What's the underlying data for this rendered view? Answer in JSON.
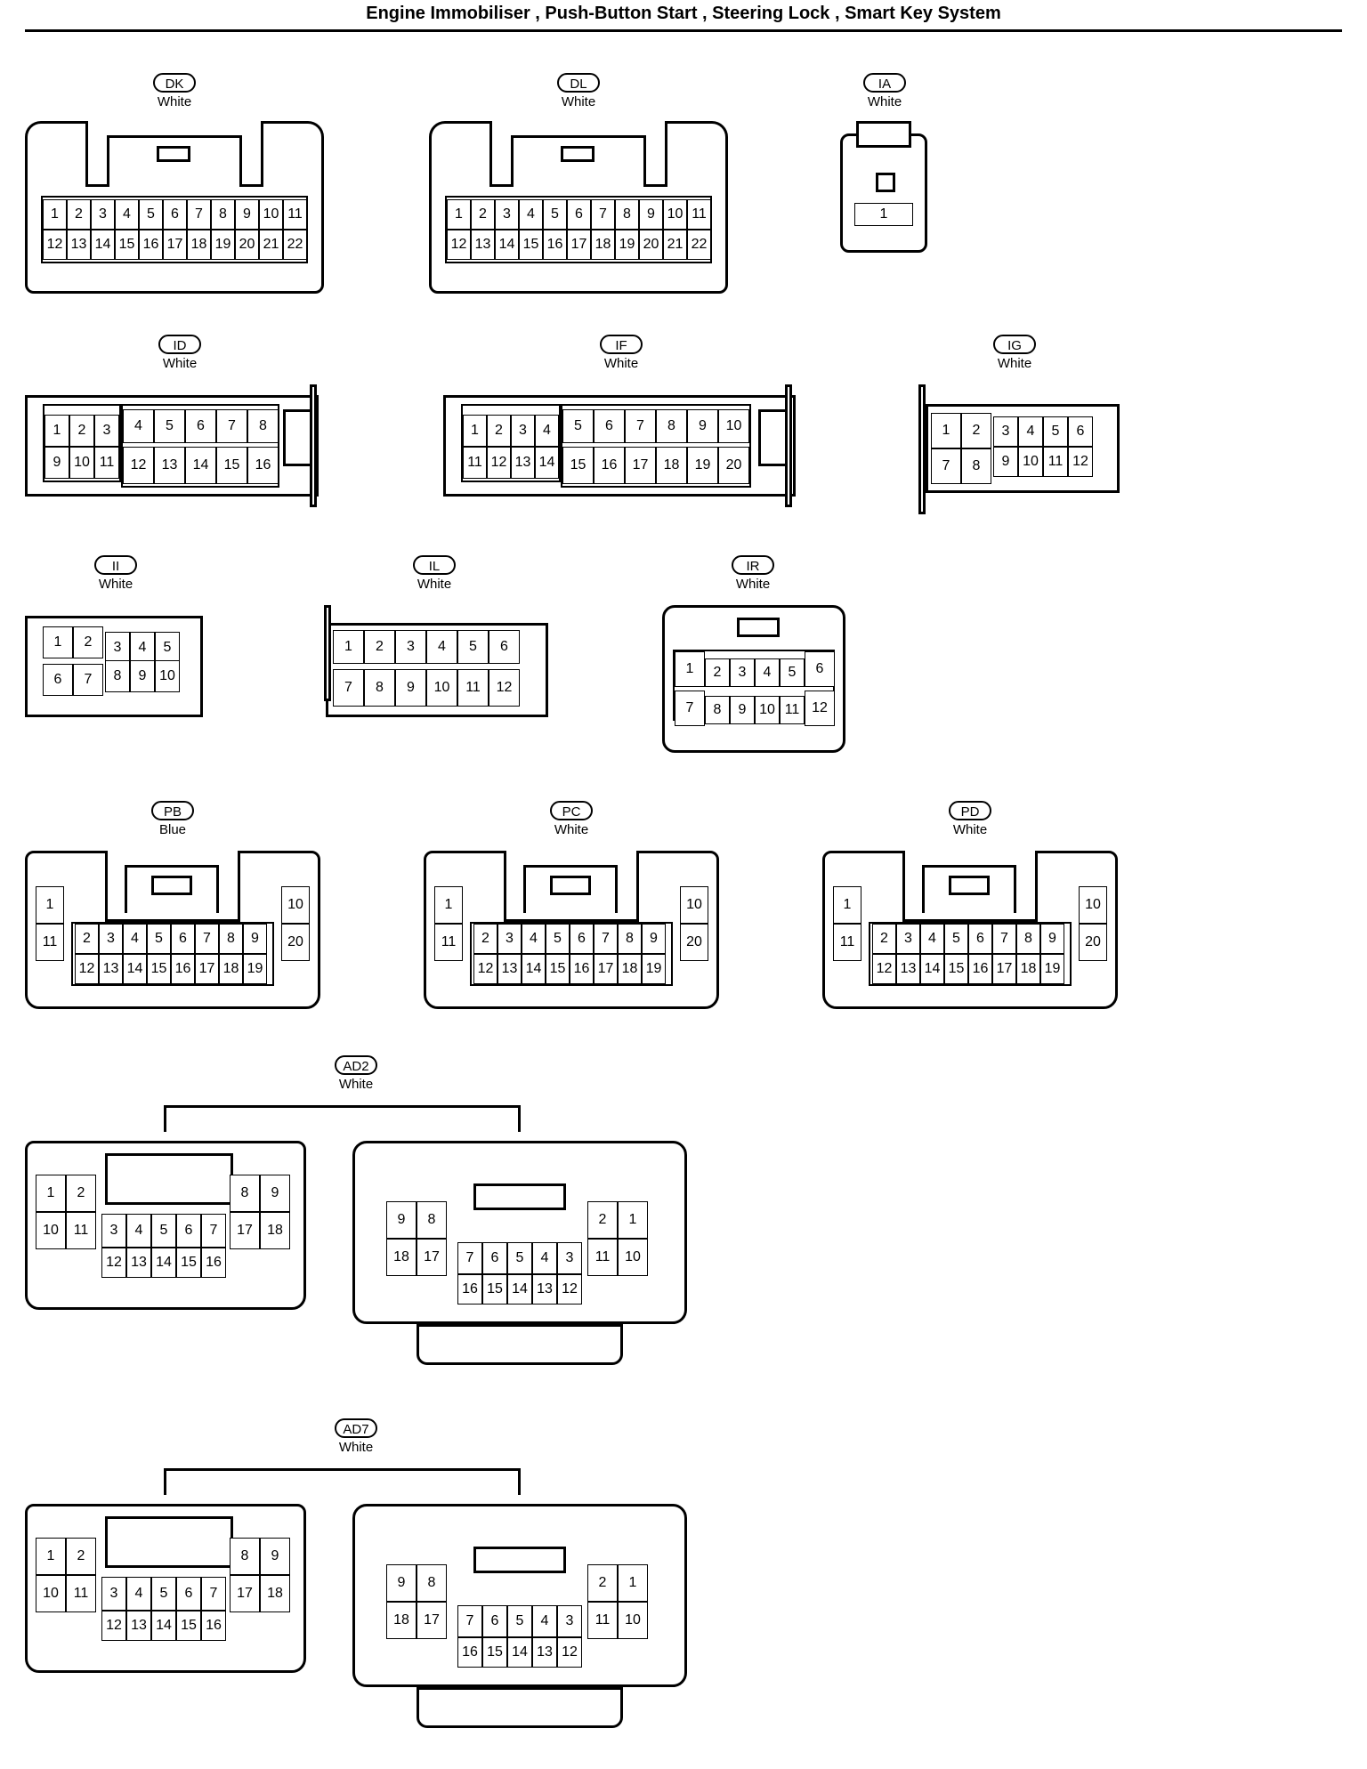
{
  "title": "Engine Immobiliser , Push-Button Start , Steering Lock , Smart Key System",
  "connectors": [
    {
      "code": "DK",
      "color": "White",
      "pins": [
        "1",
        "2",
        "3",
        "4",
        "5",
        "6",
        "7",
        "8",
        "9",
        "10",
        "11",
        "12",
        "13",
        "14",
        "15",
        "16",
        "17",
        "18",
        "19",
        "20",
        "21",
        "22"
      ]
    },
    {
      "code": "DL",
      "color": "White",
      "pins": [
        "1",
        "2",
        "3",
        "4",
        "5",
        "6",
        "7",
        "8",
        "9",
        "10",
        "11",
        "12",
        "13",
        "14",
        "15",
        "16",
        "17",
        "18",
        "19",
        "20",
        "21",
        "22"
      ]
    },
    {
      "code": "IA",
      "color": "White",
      "pins": [
        "1"
      ]
    },
    {
      "code": "ID",
      "color": "White",
      "pins": [
        "1",
        "2",
        "3",
        "4",
        "5",
        "6",
        "7",
        "8",
        "9",
        "10",
        "11",
        "12",
        "13",
        "14",
        "15",
        "16"
      ]
    },
    {
      "code": "IF",
      "color": "White",
      "pins": [
        "1",
        "2",
        "3",
        "4",
        "5",
        "6",
        "7",
        "8",
        "9",
        "10",
        "11",
        "12",
        "13",
        "14",
        "15",
        "16",
        "17",
        "18",
        "19",
        "20"
      ]
    },
    {
      "code": "IG",
      "color": "White",
      "pins": [
        "1",
        "2",
        "3",
        "4",
        "5",
        "6",
        "7",
        "8",
        "9",
        "10",
        "11",
        "12"
      ]
    },
    {
      "code": "II",
      "color": "White",
      "pins": [
        "1",
        "2",
        "3",
        "4",
        "5",
        "6",
        "7",
        "8",
        "9",
        "10"
      ]
    },
    {
      "code": "IL",
      "color": "White",
      "pins": [
        "1",
        "2",
        "3",
        "4",
        "5",
        "6",
        "7",
        "8",
        "9",
        "10",
        "11",
        "12"
      ]
    },
    {
      "code": "IR",
      "color": "White",
      "pins": [
        "1",
        "2",
        "3",
        "4",
        "5",
        "6",
        "7",
        "8",
        "9",
        "10",
        "11",
        "12"
      ]
    },
    {
      "code": "PB",
      "color": "Blue",
      "pins": [
        "1",
        "2",
        "3",
        "4",
        "5",
        "6",
        "7",
        "8",
        "9",
        "10",
        "11",
        "12",
        "13",
        "14",
        "15",
        "16",
        "17",
        "18",
        "19",
        "20"
      ]
    },
    {
      "code": "PC",
      "color": "White",
      "pins": [
        "1",
        "2",
        "3",
        "4",
        "5",
        "6",
        "7",
        "8",
        "9",
        "10",
        "11",
        "12",
        "13",
        "14",
        "15",
        "16",
        "17",
        "18",
        "19",
        "20"
      ]
    },
    {
      "code": "PD",
      "color": "White",
      "pins": [
        "1",
        "2",
        "3",
        "4",
        "5",
        "6",
        "7",
        "8",
        "9",
        "10",
        "11",
        "12",
        "13",
        "14",
        "15",
        "16",
        "17",
        "18",
        "19",
        "20"
      ]
    },
    {
      "code": "AD2",
      "color": "White",
      "pins": [
        "1",
        "2",
        "3",
        "4",
        "5",
        "6",
        "7",
        "8",
        "9",
        "10",
        "11",
        "12",
        "13",
        "14",
        "15",
        "16",
        "17",
        "18"
      ]
    },
    {
      "code": "AD7",
      "color": "White",
      "pins": [
        "1",
        "2",
        "3",
        "4",
        "5",
        "6",
        "7",
        "8",
        "9",
        "10",
        "11",
        "12",
        "13",
        "14",
        "15",
        "16",
        "17",
        "18"
      ]
    }
  ]
}
